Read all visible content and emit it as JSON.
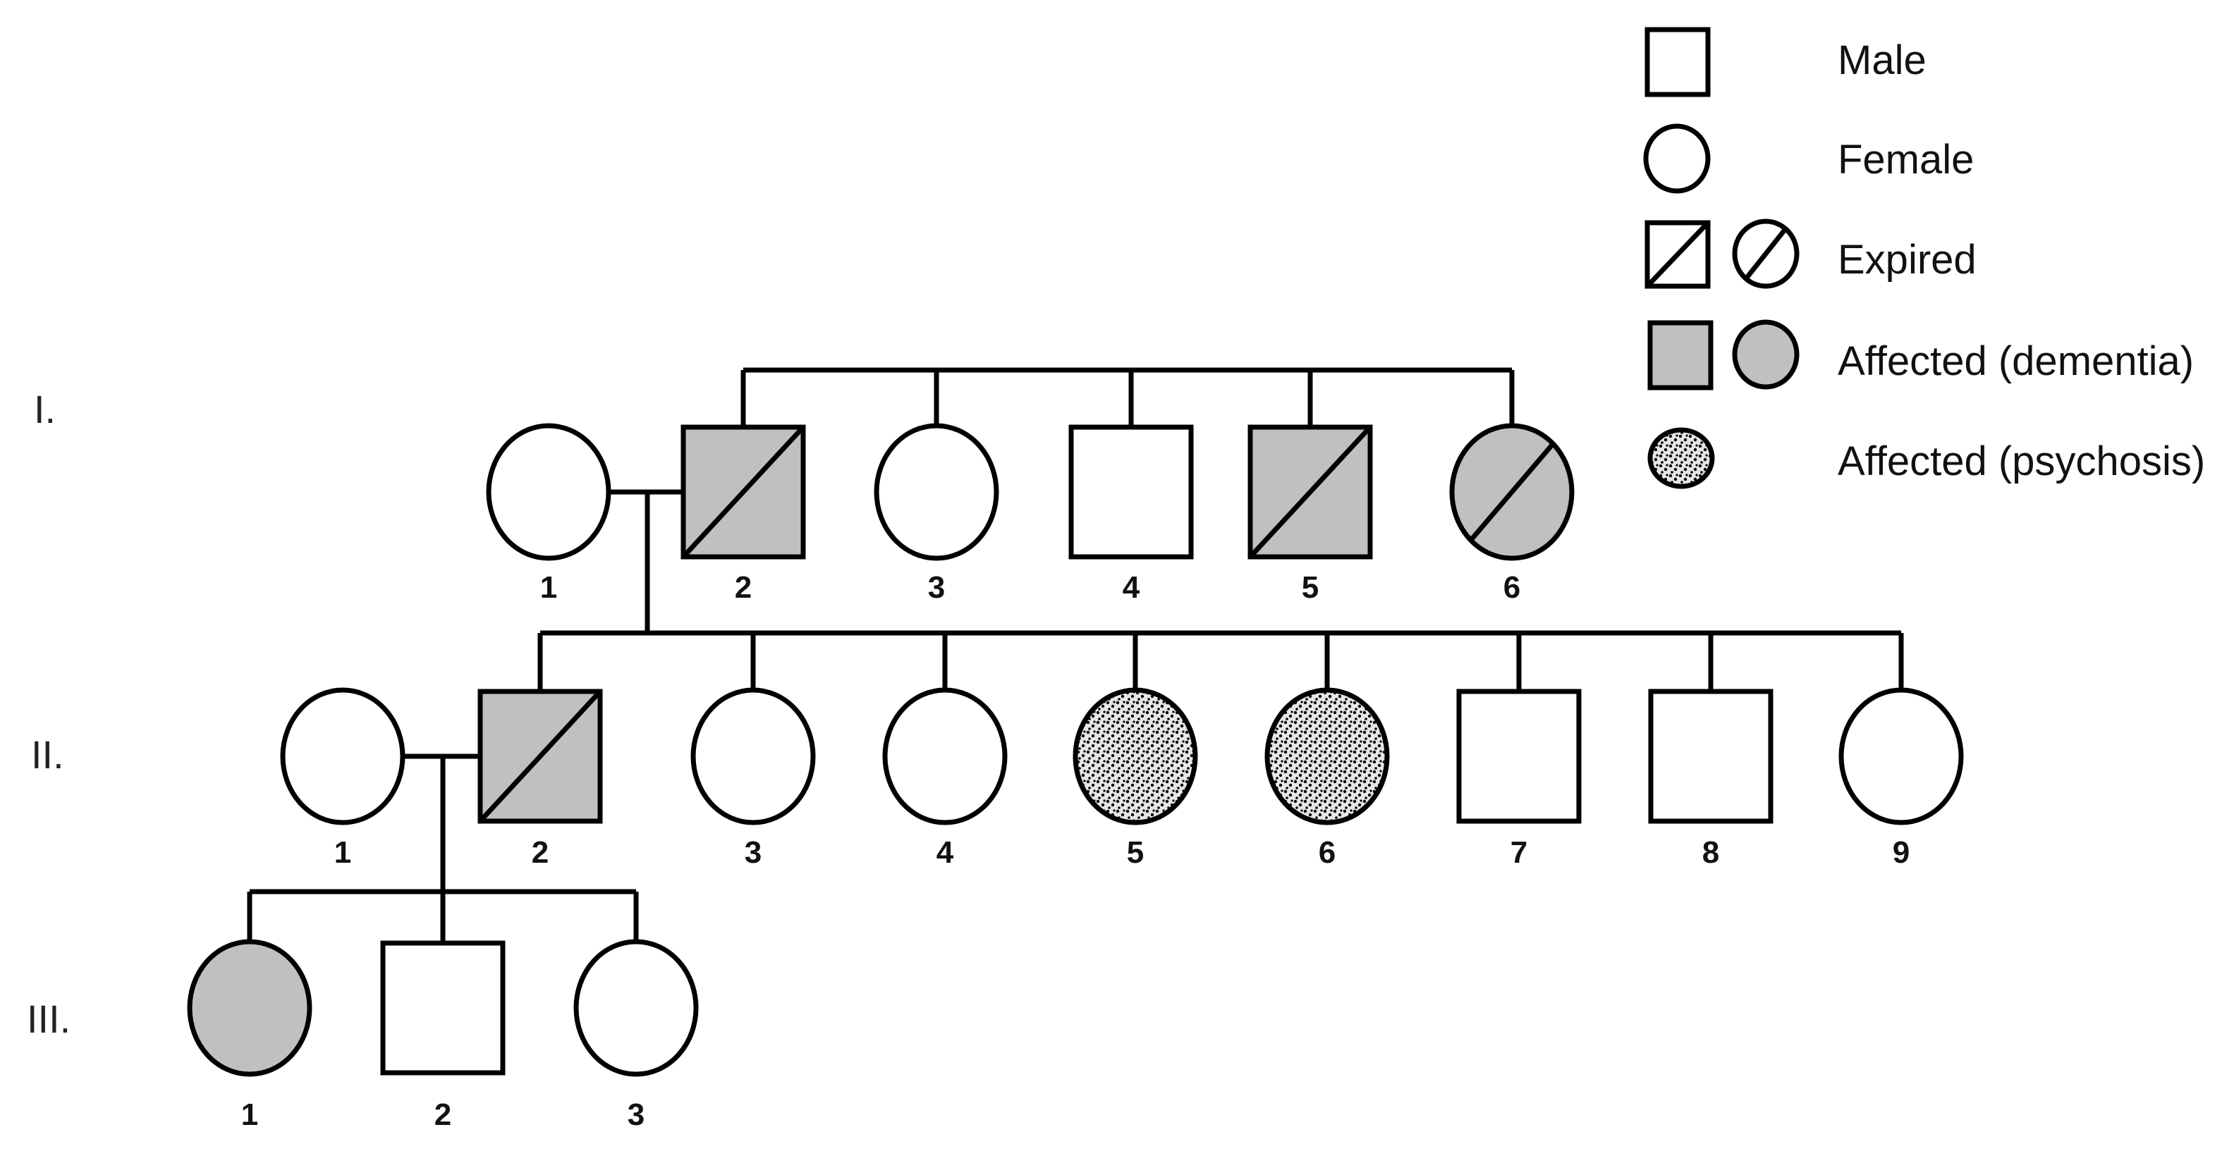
{
  "legend": {
    "male": "Male",
    "female": "Female",
    "expired": "Expired",
    "affected_dementia": "Affected (dementia)",
    "affected_psychosis": "Affected (psychosis)"
  },
  "colors": {
    "line": "#000000",
    "unaffected_fill": "#ffffff",
    "dementia_fill": "#c0c0c0",
    "psychosis_fill": "#d9d9d9",
    "psychosis_dots": "#000000"
  },
  "generations": [
    {
      "label": "I.",
      "individuals": [
        {
          "id": "1",
          "sex": "female",
          "status": "unaffected",
          "expired": false
        },
        {
          "id": "2",
          "sex": "male",
          "status": "dementia",
          "expired": true
        },
        {
          "id": "3",
          "sex": "female",
          "status": "unaffected",
          "expired": false
        },
        {
          "id": "4",
          "sex": "male",
          "status": "unaffected",
          "expired": false
        },
        {
          "id": "5",
          "sex": "male",
          "status": "dementia",
          "expired": true
        },
        {
          "id": "6",
          "sex": "female",
          "status": "dementia",
          "expired": true
        }
      ]
    },
    {
      "label": "II.",
      "individuals": [
        {
          "id": "1",
          "sex": "female",
          "status": "unaffected",
          "expired": false
        },
        {
          "id": "2",
          "sex": "male",
          "status": "dementia",
          "expired": true
        },
        {
          "id": "3",
          "sex": "female",
          "status": "unaffected",
          "expired": false
        },
        {
          "id": "4",
          "sex": "female",
          "status": "unaffected",
          "expired": false
        },
        {
          "id": "5",
          "sex": "female",
          "status": "psychosis",
          "expired": false
        },
        {
          "id": "6",
          "sex": "female",
          "status": "psychosis",
          "expired": false
        },
        {
          "id": "7",
          "sex": "male",
          "status": "unaffected",
          "expired": false
        },
        {
          "id": "8",
          "sex": "male",
          "status": "unaffected",
          "expired": false
        },
        {
          "id": "9",
          "sex": "female",
          "status": "unaffected",
          "expired": false
        }
      ]
    },
    {
      "label": "III.",
      "individuals": [
        {
          "id": "1",
          "sex": "female",
          "status": "dementia",
          "expired": false
        },
        {
          "id": "2",
          "sex": "male",
          "status": "unaffected",
          "expired": false
        },
        {
          "id": "3",
          "sex": "female",
          "status": "unaffected",
          "expired": false
        }
      ]
    }
  ]
}
